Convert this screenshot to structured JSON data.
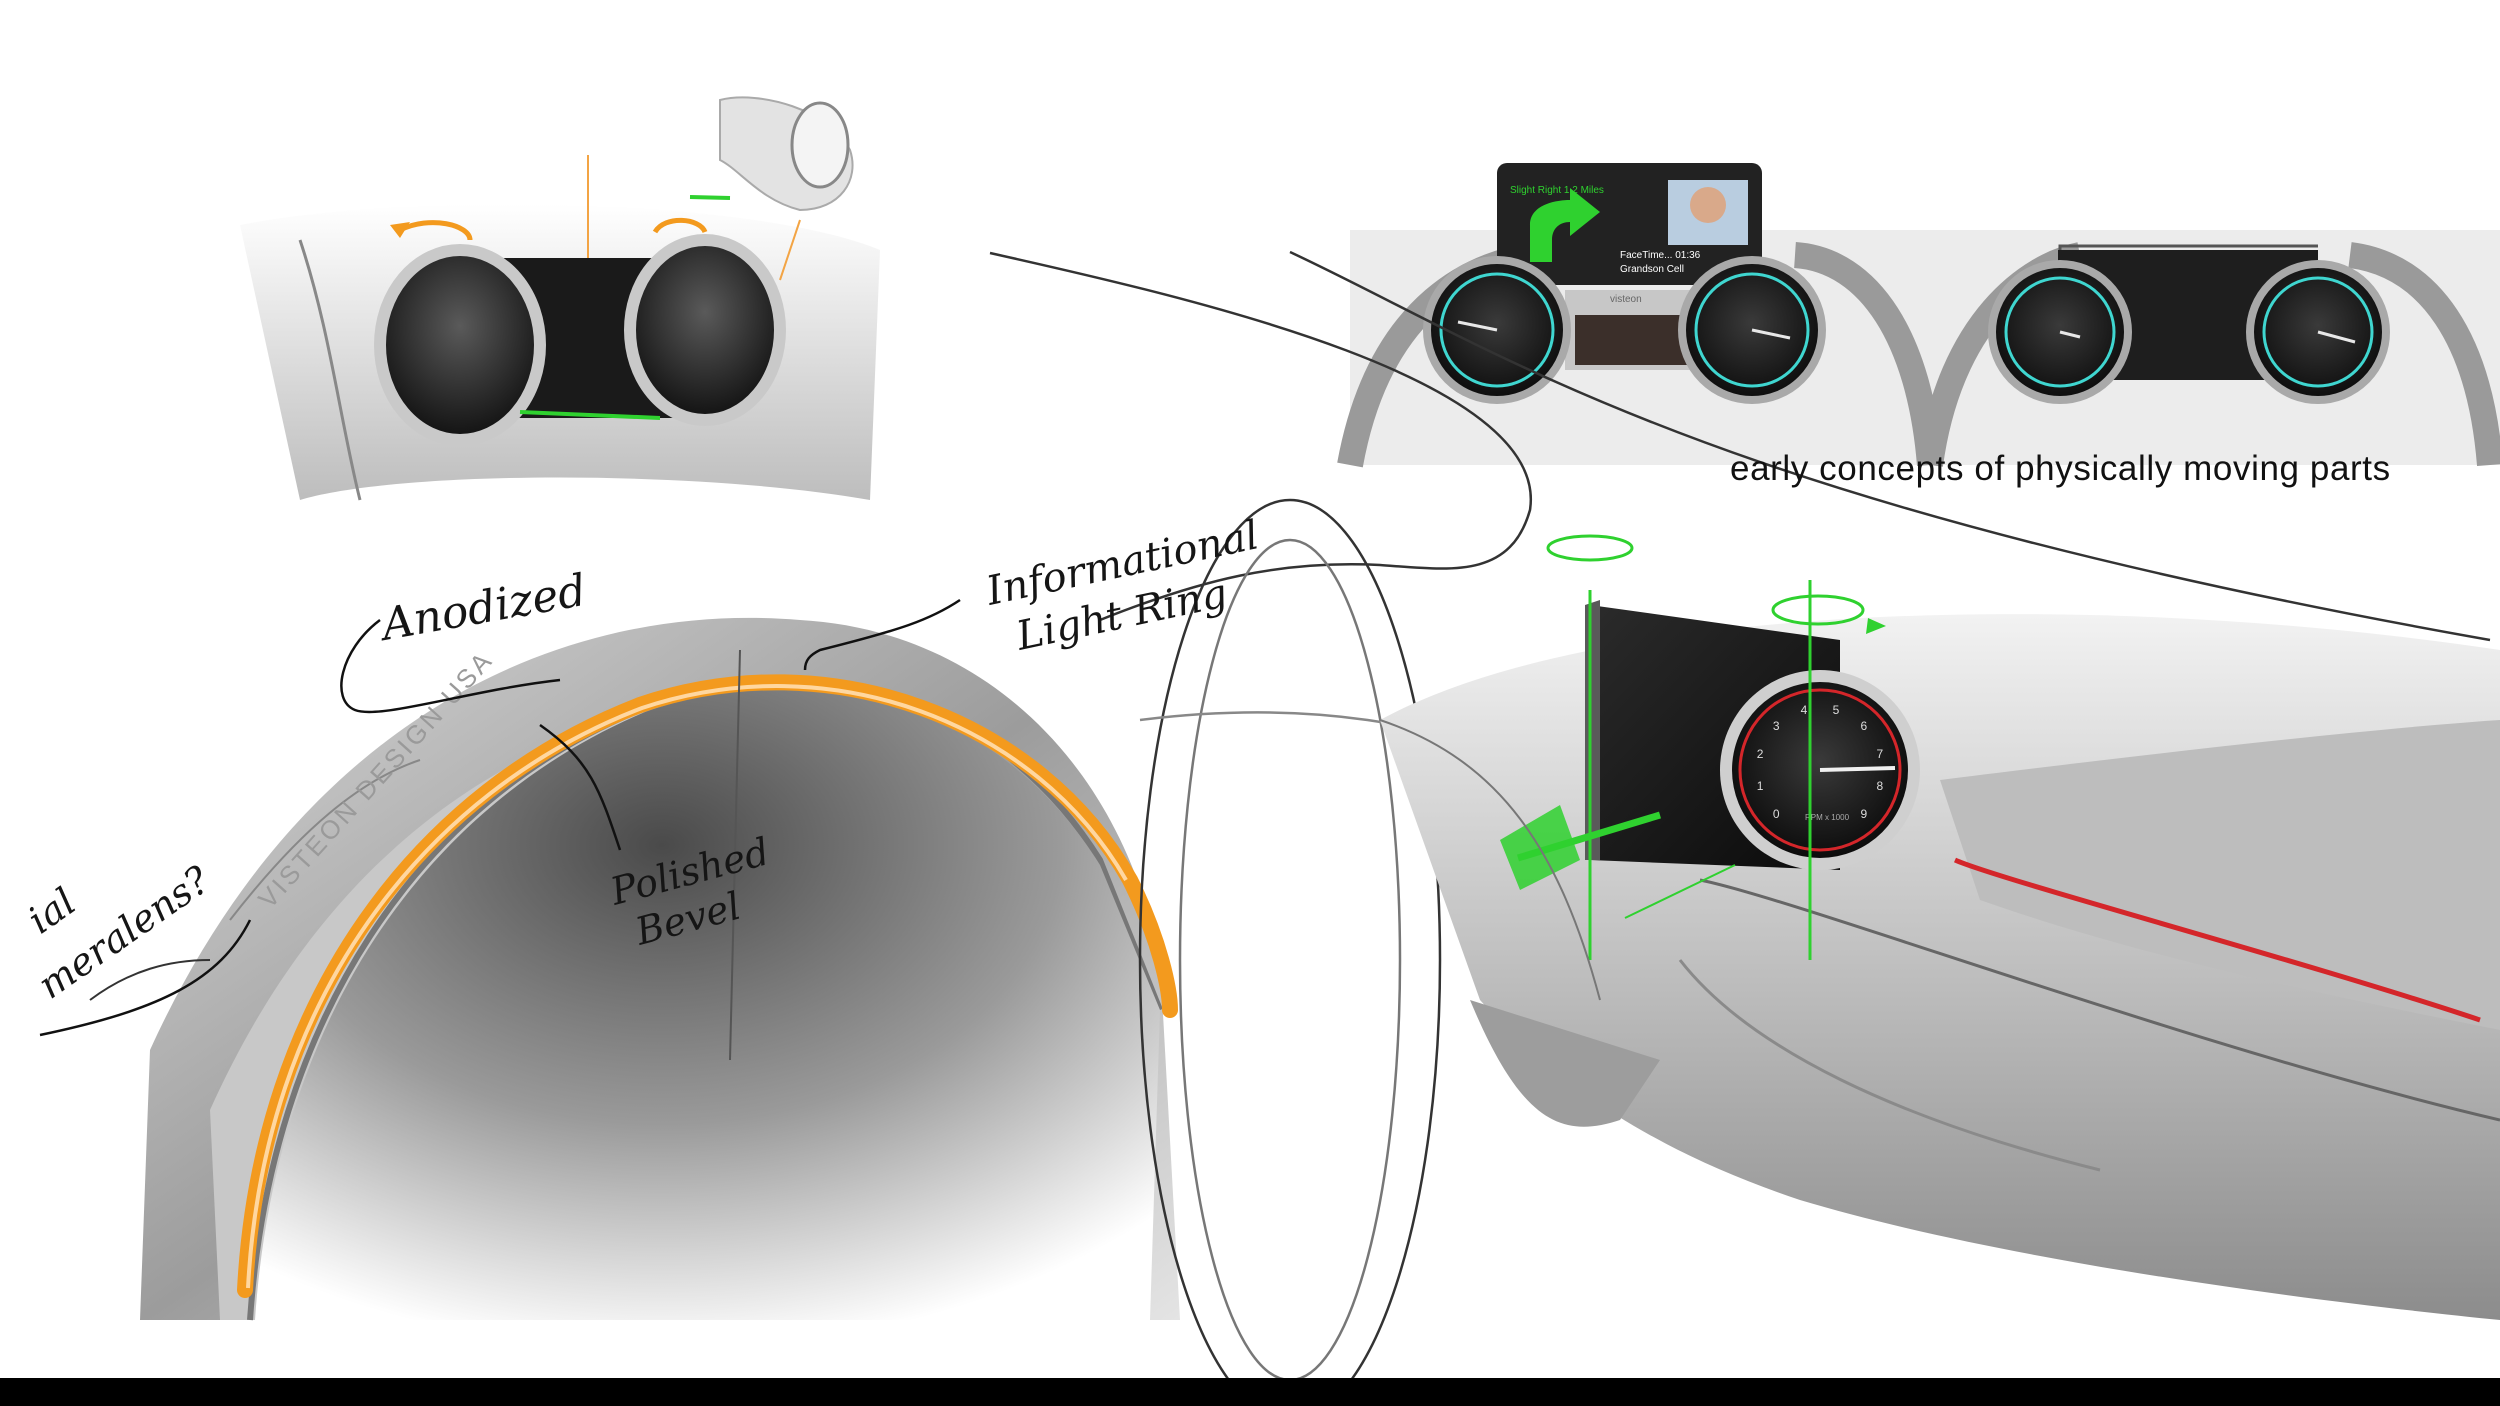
{
  "caption": "early concepts of physically moving parts",
  "annotations": {
    "top_label": "Anodized",
    "informational_1": "Informational",
    "informational_2": "Light Ring",
    "polished_1": "Polished",
    "polished_2": "Bevel",
    "camera_lens_1": "ial",
    "camera_lens_2": "meralens?"
  },
  "engraving": "VISTEON DESIGN USA",
  "screen": {
    "nav_text": "Slight Right 1.2 Miles",
    "call_text": "FaceTime... 01:36",
    "contact_text": "Grandson Cell",
    "brand_label": "visteon"
  },
  "gauge_numbers": [
    "0",
    "1",
    "2",
    "3",
    "4",
    "5",
    "6",
    "7",
    "8",
    "9"
  ],
  "gauge_unit": "RPM x 1000",
  "colors": {
    "accent_orange": "#f39a1e",
    "green": "#2fd12f",
    "red": "#d4262a",
    "cyan": "#3fd6d0",
    "bar": "#000000"
  }
}
